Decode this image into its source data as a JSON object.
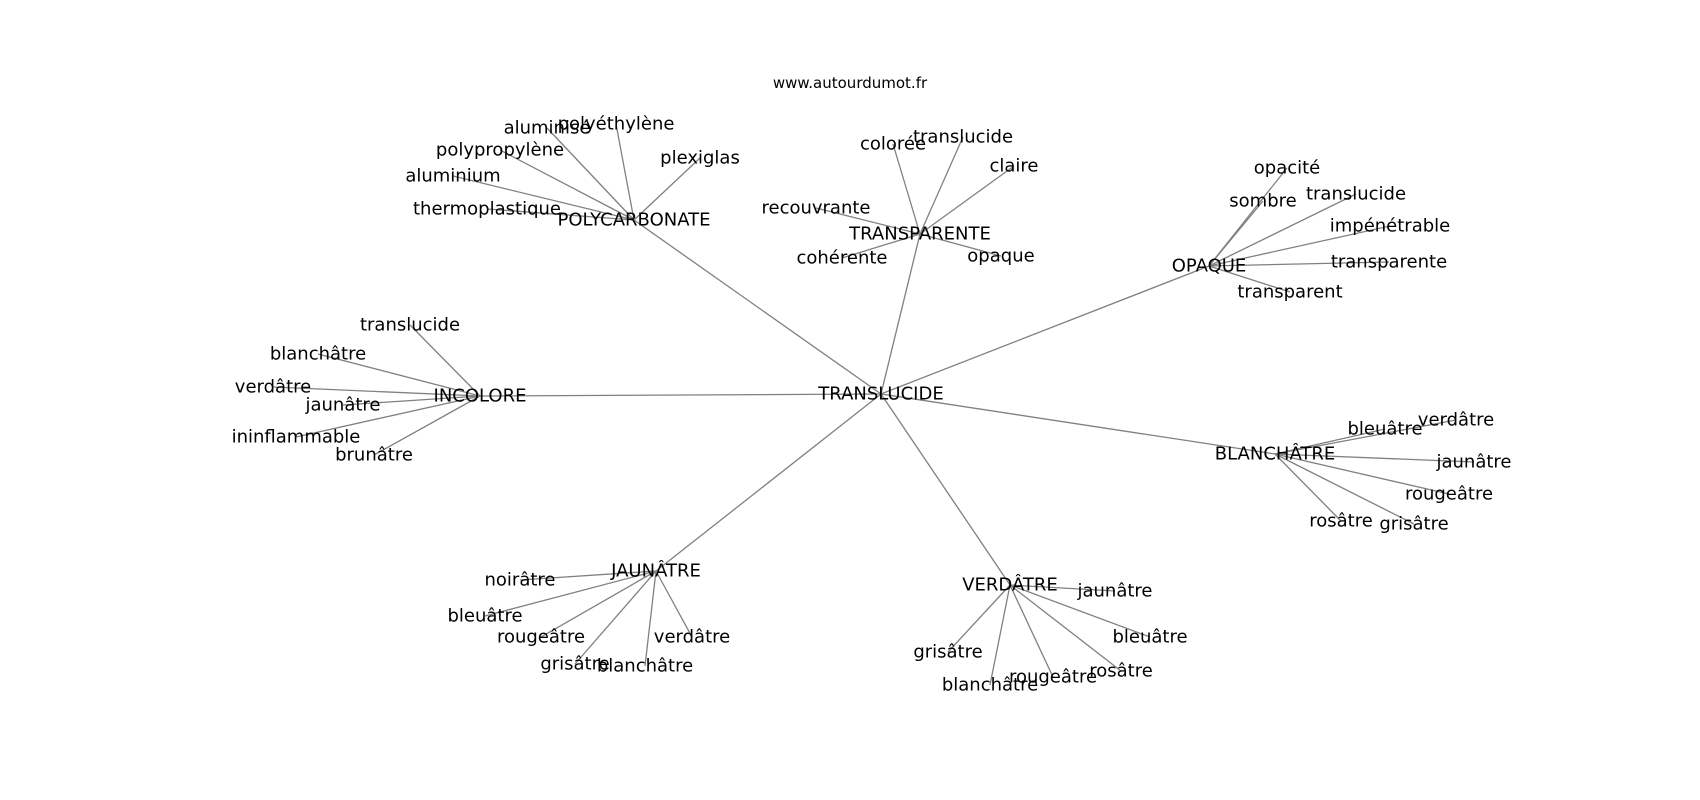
{
  "watermark": "www.autourdumot.fr",
  "colors": {
    "edge": "#808080",
    "text": "#000000",
    "background": "#ffffff"
  },
  "center": "TRANSLUCIDE",
  "hubs": [
    {
      "label": "POLYCARBONATE",
      "leaves": [
        "aluminisé",
        "polyéthylène",
        "polypropylène",
        "plexiglas",
        "aluminium",
        "thermoplastique"
      ]
    },
    {
      "label": "TRANSPARENTE",
      "leaves": [
        "colorée",
        "translucide",
        "claire",
        "recouvrante",
        "cohérente",
        "opaque"
      ]
    },
    {
      "label": "OPAQUE",
      "leaves": [
        "opacité",
        "sombre",
        "translucide",
        "impénétrable",
        "transparente",
        "transparent"
      ]
    },
    {
      "label": "INCOLORE",
      "leaves": [
        "translucide",
        "blanchâtre",
        "verdâtre",
        "jaunâtre",
        "ininflammable",
        "brunâtre"
      ]
    },
    {
      "label": "BLANCHÂTRE",
      "leaves": [
        "bleuâtre",
        "verdâtre",
        "jaunâtre",
        "rougeâtre",
        "rosâtre",
        "grisâtre"
      ]
    },
    {
      "label": "JAUNÂTRE",
      "leaves": [
        "noirâtre",
        "bleuâtre",
        "rougeâtre",
        "verdâtre",
        "grisâtre",
        "blanchâtre"
      ]
    },
    {
      "label": "VERDÂTRE",
      "leaves": [
        "jaunâtre",
        "bleuâtre",
        "grisâtre",
        "rougeâtre",
        "rosâtre",
        "blanchâtre"
      ]
    }
  ]
}
